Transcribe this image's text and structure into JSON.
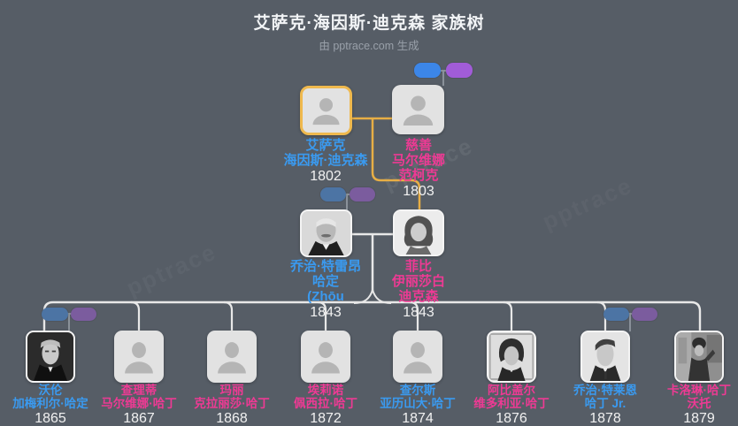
{
  "header": {
    "title": "艾萨克·海因斯·迪克森 家族树",
    "subtitle": "由 pptrace.com 生成",
    "watermark": "pptrace"
  },
  "colors": {
    "background": "#565D66",
    "male_text": "#3A9AF0",
    "female_text": "#EE3A94",
    "year_text": "#F1F1F1",
    "highlight_border": "#EFB94E",
    "marriage_line_yellow": "#E7AE45",
    "descent_line_white": "#E8E8E8",
    "chip_blue": "#3C86E8",
    "chip_purple": "#A15CD8",
    "chip_blue_muted": "#4C74A4",
    "chip_purple_muted": "#7B5C9E"
  },
  "people": [
    {
      "id": "isaac-dickerson",
      "lines": [
        "艾萨克",
        "海因斯·迪克森"
      ],
      "year": "1802",
      "gender": "male",
      "photo": false,
      "highlighted": true
    },
    {
      "id": "charity-van-kirk",
      "lines": [
        "慈善",
        "马尔维娜",
        "范柯克"
      ],
      "year": "1803",
      "gender": "female",
      "photo": false
    },
    {
      "id": "george-tryon-harding",
      "lines": [
        "乔治·特雷昂",
        "哈定",
        "(Zhōu"
      ],
      "year": "1843",
      "gender": "male",
      "photo": true
    },
    {
      "id": "phoebe-dickerson",
      "lines": [
        "菲比",
        "伊丽莎白",
        "迪克森"
      ],
      "year": "1843",
      "gender": "female",
      "photo": true
    },
    {
      "id": "warren-harding",
      "lines": [
        "沃伦",
        "加梅利尔·哈定"
      ],
      "year": "1865",
      "gender": "male",
      "photo": true
    },
    {
      "id": "charity-harding",
      "lines": [
        "查理蒂",
        "马尔维娜·哈丁"
      ],
      "year": "1867",
      "gender": "female",
      "photo": false
    },
    {
      "id": "mary-harding",
      "lines": [
        "玛丽",
        "克拉丽莎·哈丁"
      ],
      "year": "1868",
      "gender": "female",
      "photo": false
    },
    {
      "id": "eleanor-harding",
      "lines": [
        "埃莉诺",
        "佩西拉·哈丁"
      ],
      "year": "1872",
      "gender": "female",
      "photo": false
    },
    {
      "id": "charles-harding",
      "lines": [
        "查尔斯",
        "亚历山大·哈丁"
      ],
      "year": "1874",
      "gender": "male",
      "photo": false
    },
    {
      "id": "abigail-harding",
      "lines": [
        "阿比盖尔",
        "维多利亚·哈丁"
      ],
      "year": "1876",
      "gender": "female",
      "photo": true
    },
    {
      "id": "george-tryon-harding-jr",
      "lines": [
        "乔治·特莱恩",
        "哈丁 Jr."
      ],
      "year": "1878",
      "gender": "male",
      "photo": true
    },
    {
      "id": "carolyn-harding-votaw",
      "lines": [
        "卡洛琳·哈丁",
        "沃托"
      ],
      "year": "1879",
      "gender": "female",
      "photo": true
    }
  ]
}
